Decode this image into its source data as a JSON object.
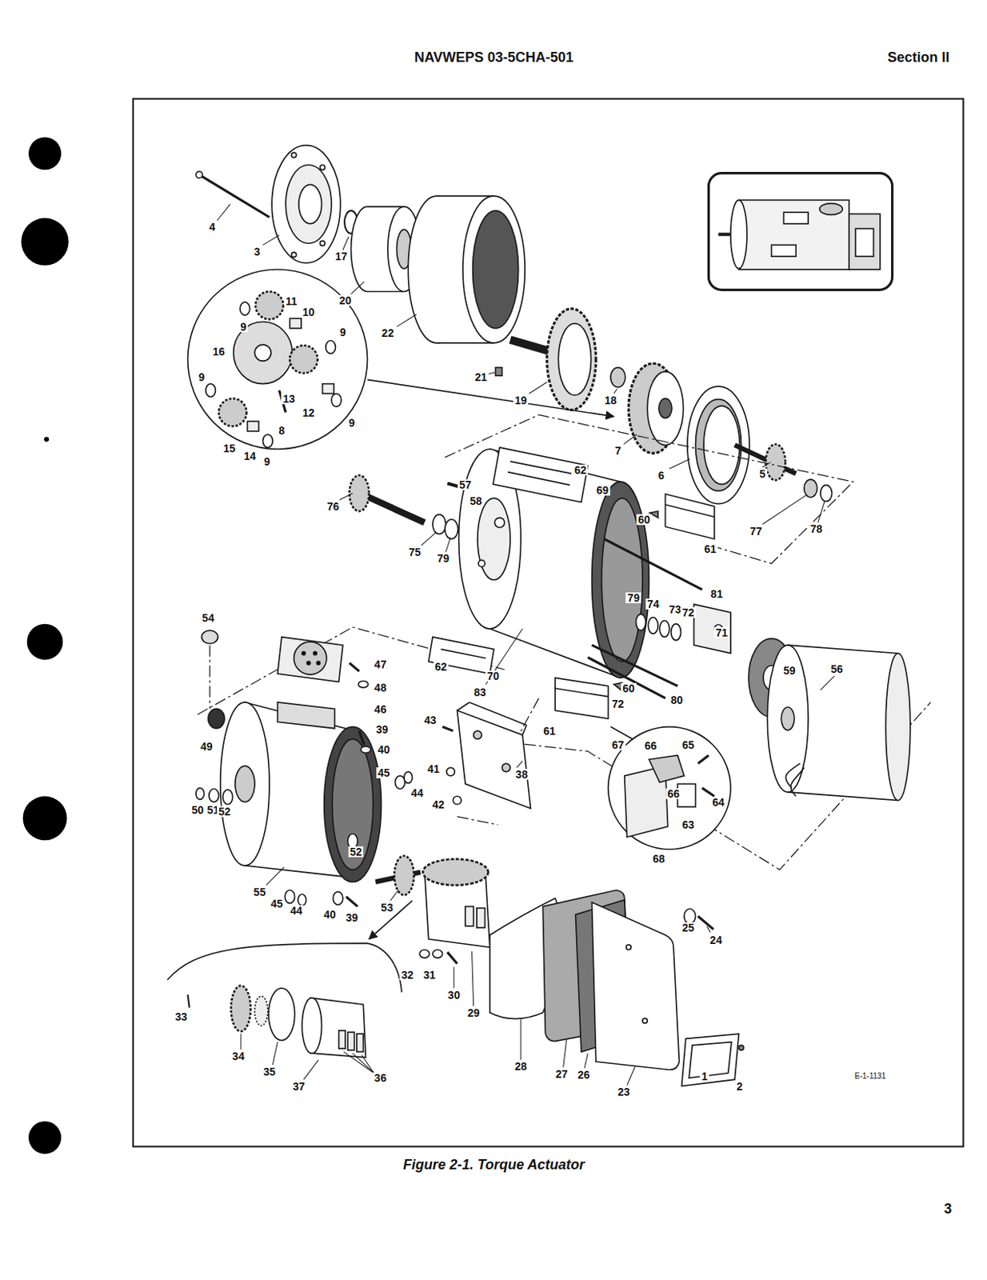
{
  "diagram": {
    "caption": "Figure 2-1. Torque Actuator",
    "labels": [
      "NAVWEPS 03-5CHA-501",
      "Section II",
      "4",
      "3",
      "17",
      "20",
      "11",
      "10",
      "9",
      "9",
      "22",
      "16",
      "9",
      "13",
      "12",
      "9",
      "8",
      "15",
      "14",
      "9",
      "21",
      "19",
      "18",
      "7",
      "6",
      "5",
      "62",
      "69",
      "57",
      "58",
      "76",
      "77",
      "78",
      "75",
      "79",
      "60",
      "61",
      "81",
      "79",
      "74",
      "73",
      "72",
      "71",
      "54",
      "62",
      "70",
      "83",
      "80",
      "59",
      "56",
      "47",
      "48",
      "46",
      "43",
      "39",
      "40",
      "49",
      "41",
      "45",
      "44",
      "42",
      "38",
      "60",
      "72",
      "61",
      "67",
      "66",
      "65",
      "64",
      "66",
      "63",
      "68",
      "50",
      "51",
      "52",
      "52",
      "55",
      "45",
      "44",
      "40",
      "39",
      "53",
      "25",
      "24",
      "32",
      "31",
      "30",
      "29",
      "28",
      "27",
      "26",
      "23",
      "1",
      "2",
      "33",
      "34",
      "35",
      "37",
      "36",
      "E-1-1131",
      "3"
    ]
  }
}
